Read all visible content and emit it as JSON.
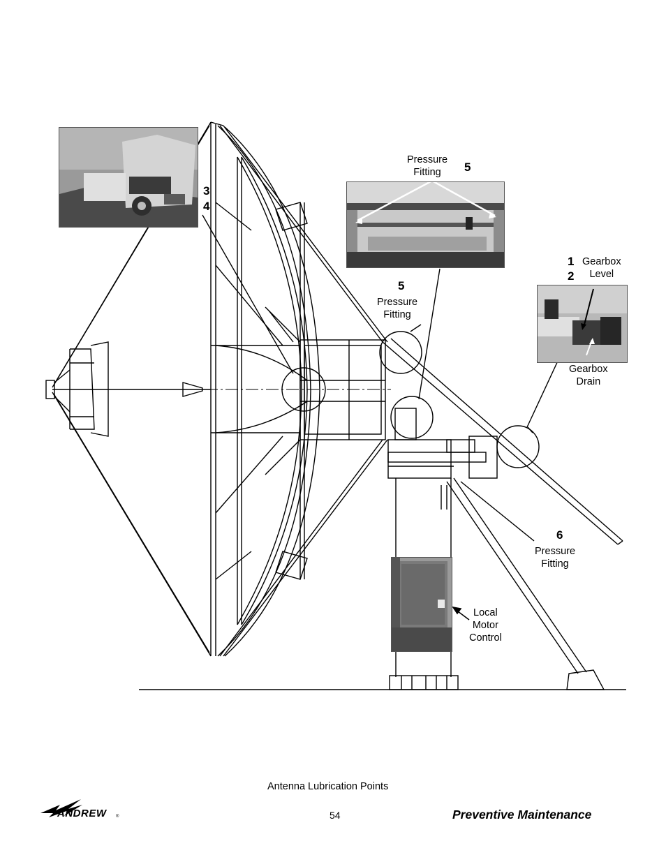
{
  "callouts": {
    "item_3": "3",
    "item_4": "4",
    "item_5_top": "5",
    "pressure_fitting_top": [
      "Pressure",
      "Fitting"
    ],
    "item_5_mid": "5",
    "pressure_fitting_mid": [
      "Pressure",
      "Fitting"
    ],
    "item_1": "1",
    "item_2": "2",
    "gearbox_level": [
      "Gearbox",
      "Level"
    ],
    "gearbox_drain": [
      "Gearbox",
      "Drain"
    ],
    "item_6": "6",
    "pressure_fitting_bottom": [
      "Pressure",
      "Fitting"
    ],
    "local_motor_control": [
      "Local",
      "Motor",
      "Control"
    ]
  },
  "figure_caption": "Antenna Lubrication Points",
  "footer": {
    "logo_text": "ANDREW",
    "logo_mark": "®",
    "page_number": "54",
    "section_title": "Preventive Maintenance"
  },
  "colors": {
    "line": "#000000",
    "photo_dark": "#3a3a3a",
    "photo_mid": "#8a8a8a",
    "photo_light": "#c8c8c8"
  }
}
